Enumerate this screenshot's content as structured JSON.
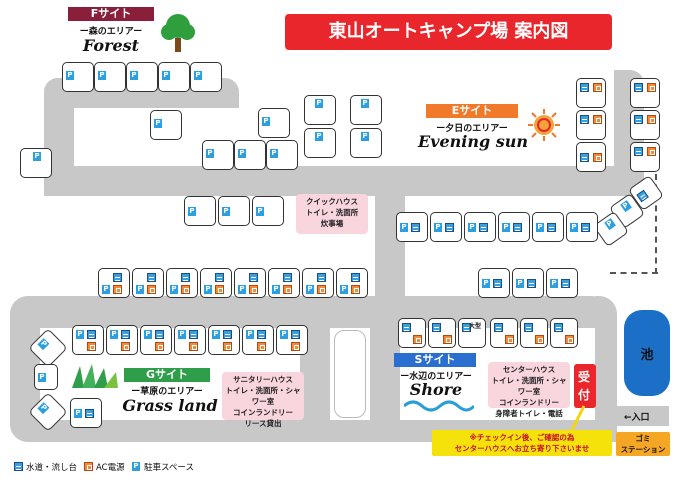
{
  "title": "東山オートキャンプ場 案内図",
  "areas": {
    "F": {
      "tag": "Fサイト",
      "subtitle": "ー森のエリアー",
      "english": "Forest"
    },
    "E": {
      "tag": "Eサイト",
      "subtitle": "ー夕日のエリアー",
      "english": "Evening sun"
    },
    "G": {
      "tag": "Gサイト",
      "subtitle": "ー草原のエリアー",
      "english": "Grass land"
    },
    "S": {
      "tag": "Sサイト",
      "subtitle": "ー水辺のエリアー",
      "english": "Shore"
    }
  },
  "facilities": {
    "quick_house": [
      "クイックハウス",
      "トイレ・洗面所",
      "炊事場"
    ],
    "sanitary_house": [
      "サニタリーハウス",
      "トイレ・洗面所・シャワー室",
      "コインランドリー",
      "リース貸出"
    ],
    "center_house": [
      "センターハウス",
      "トイレ・洗面所・シャワー室",
      "コインランドリー",
      "身障者トイレ・電話"
    ],
    "reception": "受付",
    "pond": "池",
    "garbage_station": "ゴミ\nステーション",
    "entrance": "←入口"
  },
  "notice": [
    "※チェックイン後、ご確認の為",
    "センターハウスへお立ち寄り下さいませ"
  ],
  "site_labels": {
    "parking_mark": "P",
    "large_site": "大型"
  },
  "legend": {
    "water": "水道・流し台",
    "ac": "AC電源",
    "parking": "駐車スペース",
    "parking_mark": "P"
  },
  "colors": {
    "title_red": "#e8262c",
    "f_tag": "#8a1f3c",
    "e_tag": "#f07a2a",
    "g_tag": "#2e9e4a",
    "s_tag": "#2a6fd0",
    "road": "#c8c8c8",
    "facility_pink": "#f9d5de",
    "pond": "#1b6fc7",
    "parking_blue": "#2b9fe0"
  }
}
